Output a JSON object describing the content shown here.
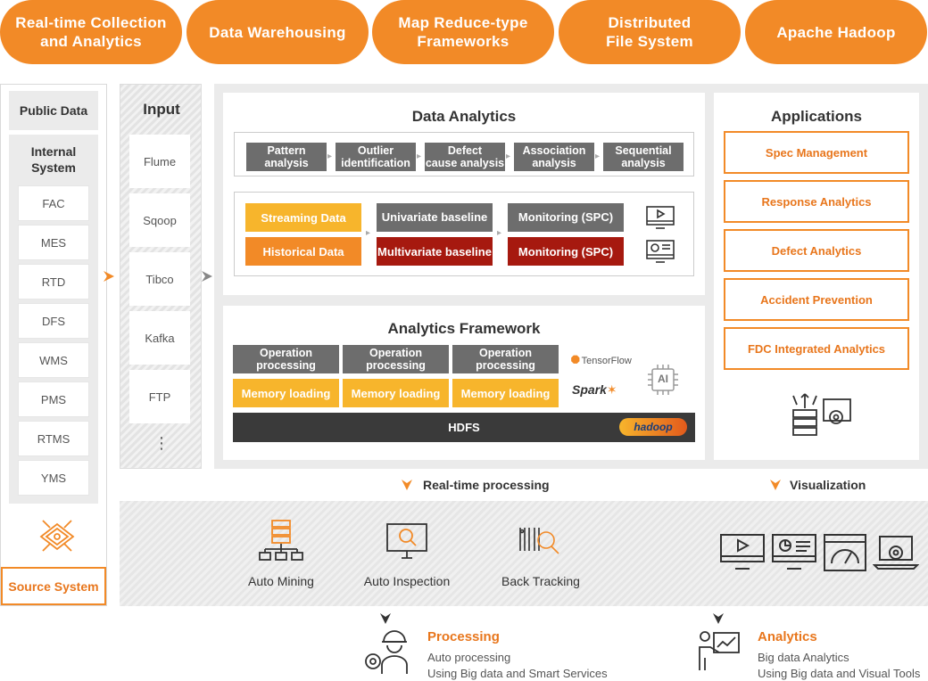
{
  "top_pills": [
    "Real-time Collection\nand Analytics",
    "Data Warehousing",
    "Map Reduce-type\nFrameworks",
    "Distributed\nFile System",
    "Apache Hadoop"
  ],
  "source": {
    "public_data": "Public Data",
    "internal_system": "Internal\nSystem",
    "items": [
      "FAC",
      "MES",
      "RTD",
      "DFS",
      "WMS",
      "PMS",
      "RTMS",
      "YMS"
    ],
    "footer": "Source System"
  },
  "input": {
    "title": "Input",
    "items": [
      "Flume",
      "Sqoop",
      "Tibco",
      "Kafka",
      "FTP"
    ],
    "more": "⋮"
  },
  "data_analytics": {
    "title": "Data Analytics",
    "steps": [
      "Pattern\nanalysis",
      "Outlier\nidentification",
      "Defect\ncause analysis",
      "Association\nanalysis",
      "Sequential\nanalysis"
    ],
    "streaming": "Streaming Data",
    "historical": "Historical Data",
    "univariate": "Univariate baseline",
    "multivariate": "Multivariate baseline",
    "monitoring_1": "Monitoring (SPC)",
    "monitoring_2": "Monitoring (SPC)"
  },
  "framework": {
    "title": "Analytics Framework",
    "operation": [
      "Operation\nprocessing",
      "Operation\nprocessing",
      "Operation\nprocessing"
    ],
    "memory": [
      "Memory loading",
      "Memory loading",
      "Memory loading"
    ],
    "hdfs": "HDFS",
    "tensorflow": "TensorFlow",
    "spark": "Spark",
    "ai": "AI",
    "hadoop": "hadoop"
  },
  "applications": {
    "title": "Applications",
    "items": [
      "Spec Management",
      "Response Analytics",
      "Defect Analytics",
      "Accident Prevention",
      "FDC Integrated Analytics"
    ]
  },
  "flow_labels": {
    "realtime": "Real-time processing",
    "visualization": "Visualization"
  },
  "tools": [
    "Auto Mining",
    "Auto Inspection",
    "Back Tracking"
  ],
  "bottom": {
    "processing_title": "Processing",
    "processing_line1": "Auto processing",
    "processing_line2": "Using Big data and Smart Services",
    "analytics_title": "Analytics",
    "analytics_line1": "Big data Analytics",
    "analytics_line2": "Using Big data and Visual Tools"
  },
  "colors": {
    "orange": "#f28a27",
    "yellow": "#f7b52c",
    "dark_red": "#a6190f",
    "grey": "#6d6d6d"
  }
}
